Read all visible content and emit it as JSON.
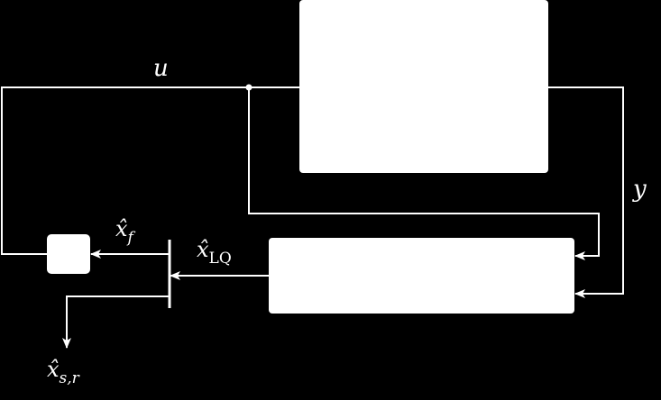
{
  "labels": {
    "u": "u",
    "y": "y",
    "xf": {
      "base": "x̂",
      "sub": "f"
    },
    "xlq": {
      "base": "x̂",
      "sub": "LQ"
    },
    "xsr": {
      "base": "x̂",
      "sub": "s,r"
    }
  },
  "colors": {
    "background": "#000000",
    "foreground": "#ffffff"
  }
}
